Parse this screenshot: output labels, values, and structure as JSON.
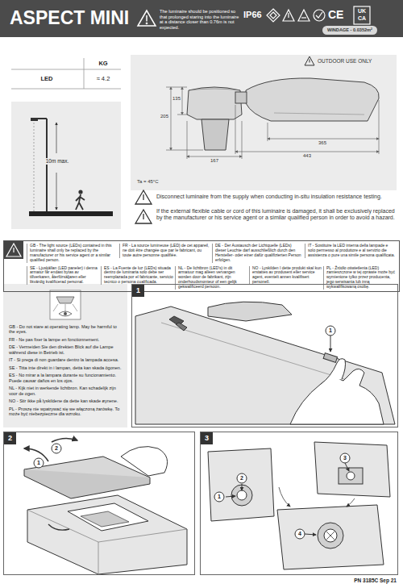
{
  "diagram": {
    "title": "ASPECT MINI",
    "nodes": [
      {
        "text": [
          "GB - The light source (LEDs) contained in this luminaire shall only be replaced by the manufacturer or his service agent or a similar qualified person.",
          "FR - La source lumineuse (LED) de cet appareil, ne doit être changée que par le fabricant, ou toute autre personne qualifiée.",
          "DE - Der Austausch der Lichtquelle (LEDs) dieser Leuchte darf ausschließlich durch den Hersteller- oder einer dafür qualifizierten Person erfolgen.",
          "IT - Sostituire la LED interna della lampade e solo permesso al produttore e al servizio die assistenza o pure una simile persona qualificata.",
          "SE - Ljuskällan (LED paneler) i denna armatur får endast bytas av tillverkaren, återförsäljaren eller likvärdig kvalificerad personal.",
          "ES - La Fuente de luz (LEDs) situada dentro de luminaria solo debe ser reemplazada por el fabricante, servicio tecnico o persona cualificada.",
          "NL - De lichtbron (LED's) in dit armatuur mag alleen vervangen worden door de fabrikant, zijn onderhoudsmonteur of een gelijk gekwalificeerd persoon.",
          "NO - Lyskilden I dette produkt skal kun erstattes av produsent eller service agent, eventelt annen kvalifisert personell.",
          "PL - Źródło oświetlenia (LED) zamieszczone w tej oprawie może być wymienione tylko przez producenta, jego serwisanta lub inną wykwalifikowaną osobę."
        ]
      },
      {
        "text": [
          "GB - Do not stare at operating lamp. May be harmful to the eyes.",
          "FR - Ne pas fixer la lampe en fonctionnement.",
          "DE - Vermeiden Sie den direkten Blick auf die Lampe während diese in Betrieb ist.",
          "IT - Si prega di non guardare dentro la lampada accesa.",
          "SE - Titta inte direkt in i lampan, detta kan skada ögonen.",
          "ES - No mirar a la lampara durante su funcionamiento. Puede causar daños en los ojos.",
          "NL - Kijk niet in werkende lichtbron. Kan schadelijk zijn voor de ogen.",
          "NO - Stir ikke på lyskildene da dette kan skade øynene.",
          "PL - Proszę nie wpatrywać się we włączoną żarówkę. To może być niebezpieczne dla wzroku."
        ]
      },
      {
        "text": [
          "1"
        ]
      },
      {
        "text": [
          "2"
        ]
      },
      {
        "text": [
          "3"
        ]
      }
    ],
    "labels": [
      "The luminaire should be positioned so that prolonged staring into the luminaire at a distance closer than 0.76m is not expected.",
      "IP66",
      "CE",
      "UK",
      "CA",
      "WINDAGE - 0.0352m²",
      "KG",
      "LED",
      "≈ 4.2",
      "OUTDOOR USE ONLY",
      "135",
      "205",
      "167",
      "365",
      "443",
      "10m max.",
      "Ta = 45°C",
      "Disconnect luminaire from the supply when conducting in-situ insulation resistance testing.",
      "If the external flexible cable or cord of this luminaire is damaged, it shall be exclusively replaced by the manufacturer or his service agent or a similar qualified person in order to avoid a hazard.",
      "1",
      "2",
      "1",
      "1",
      "2",
      "3",
      "4",
      "PN 3185C Sep 21"
    ]
  }
}
